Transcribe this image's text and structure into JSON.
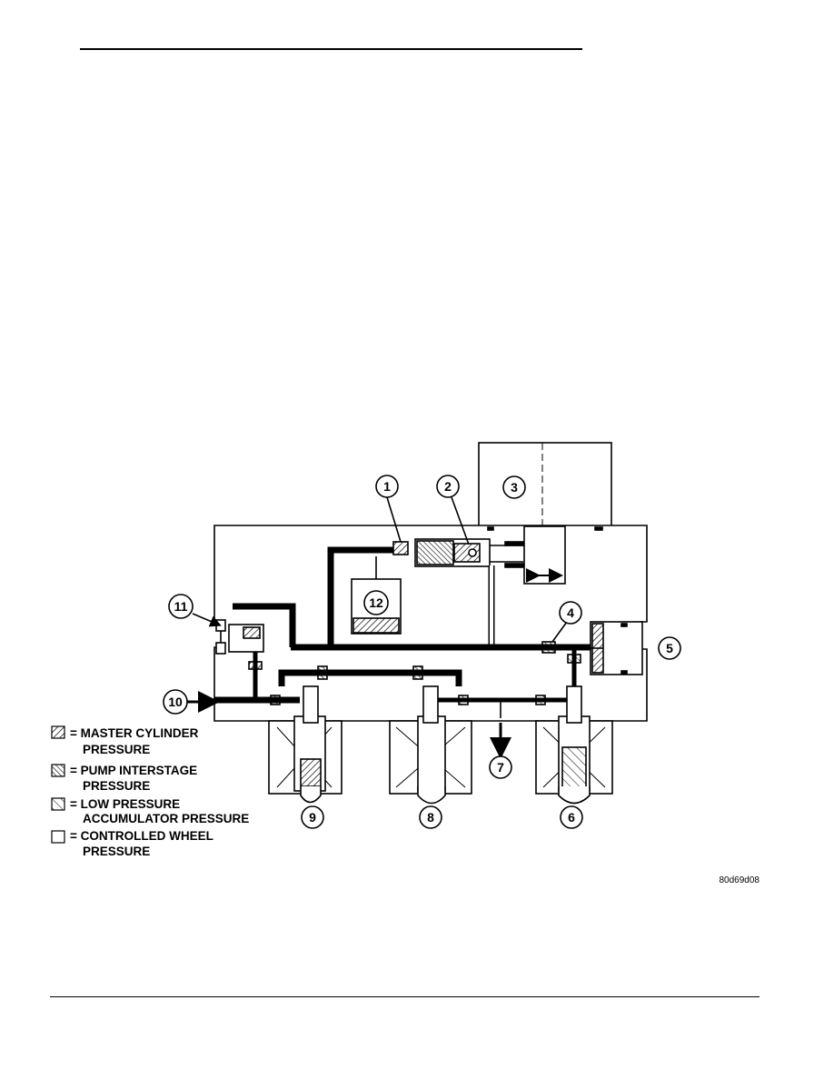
{
  "figure_code": "80d69d08",
  "callouts": [
    {
      "number": "1"
    },
    {
      "number": "2"
    },
    {
      "number": "3"
    },
    {
      "number": "4"
    },
    {
      "number": "5"
    },
    {
      "number": "6"
    },
    {
      "number": "7"
    },
    {
      "number": "8"
    },
    {
      "number": "9"
    },
    {
      "number": "10"
    },
    {
      "number": "11"
    },
    {
      "number": "12"
    }
  ],
  "legend": [
    {
      "lines": [
        "= MASTER CYLINDER",
        "PRESSURE"
      ],
      "pattern": "master-cylinder-hatch"
    },
    {
      "lines": [
        "= PUMP INTERSTAGE",
        "PRESSURE"
      ],
      "pattern": "pump-interstage-crosshatch"
    },
    {
      "lines": [
        "= LOW PRESSURE",
        "ACCUMULATOR PRESSURE"
      ],
      "pattern": "low-pressure-hatch"
    },
    {
      "lines": [
        "= CONTROLLED WHEEL",
        "PRESSURE"
      ],
      "pattern": "blank"
    }
  ],
  "colors": {
    "ink": "#000000",
    "paper": "#ffffff"
  }
}
